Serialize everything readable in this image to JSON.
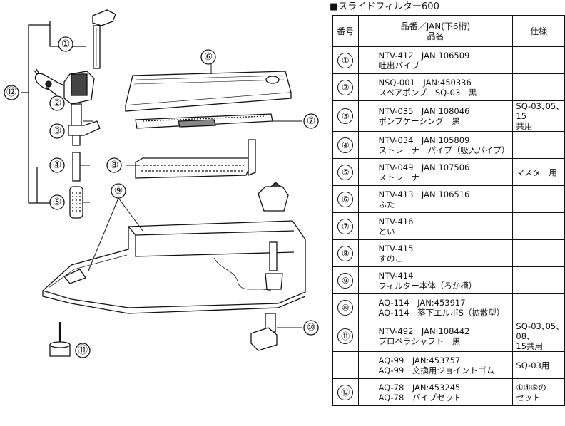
{
  "title": "■スライドフィルター600",
  "headers": {
    "number": "番号",
    "part": "品番／JAN(下6桁)\n品名",
    "spec": "仕様"
  },
  "rows": [
    {
      "num": "①",
      "code": "NTV-412　JAN:106509",
      "name": "吐出パイプ",
      "spec": ""
    },
    {
      "num": "②",
      "code": "NSQ-001　JAN:450336",
      "name": "スペアポンプ　SQ-03　黒",
      "spec": ""
    },
    {
      "num": "③",
      "code": "NTV-035　JAN:108046",
      "name": "ポンプケーシング　黒",
      "spec": "SQ-03､05､15\n共用"
    },
    {
      "num": "④",
      "code": "NTV-034　JAN:105809",
      "name": "ストレーナーパイプ（吸入パイプ）",
      "spec": ""
    },
    {
      "num": "⑤",
      "code": "NTV-049　JAN:107506",
      "name": "ストレーナー",
      "spec": "マスター用"
    },
    {
      "num": "⑥",
      "code": "NTV-413　JAN:106516",
      "name": "ふた",
      "spec": ""
    },
    {
      "num": "⑦",
      "code": "NTV-416",
      "name": "とい",
      "spec": ""
    },
    {
      "num": "⑧",
      "code": "NTV-415",
      "name": "すのこ",
      "spec": ""
    },
    {
      "num": "⑨",
      "code": "NTV-414",
      "name": "フィルター本体（ろか槽）",
      "spec": ""
    },
    {
      "num": "⑩",
      "code": "AQ-114　JAN:453917",
      "name": "AQ-114　落下エルボS（拡散型）",
      "spec": ""
    },
    {
      "num": "⑪",
      "code": "NTV-492　JAN:108442",
      "name": "プロペラシャフト　黒",
      "spec": "SQ-03､05､08､\n15共用"
    },
    {
      "num": "",
      "code": "AQ-99　JAN:453757",
      "name": "AQ-99　交換用ジョイントゴム",
      "spec": "SQ-03用"
    },
    {
      "num": "⑫",
      "code": "AQ-78　JAN:453245",
      "name": "AQ-78　パイプセット",
      "spec": "①④⑤の\nセット"
    }
  ],
  "diagram_labels": {
    "l1": "①",
    "l2": "②",
    "l3": "③",
    "l4": "④",
    "l5": "⑤",
    "l6": "⑥",
    "l7": "⑦",
    "l8": "⑧",
    "l9": "⑨",
    "l10": "⑩",
    "l11": "⑪",
    "l12": "⑫"
  }
}
